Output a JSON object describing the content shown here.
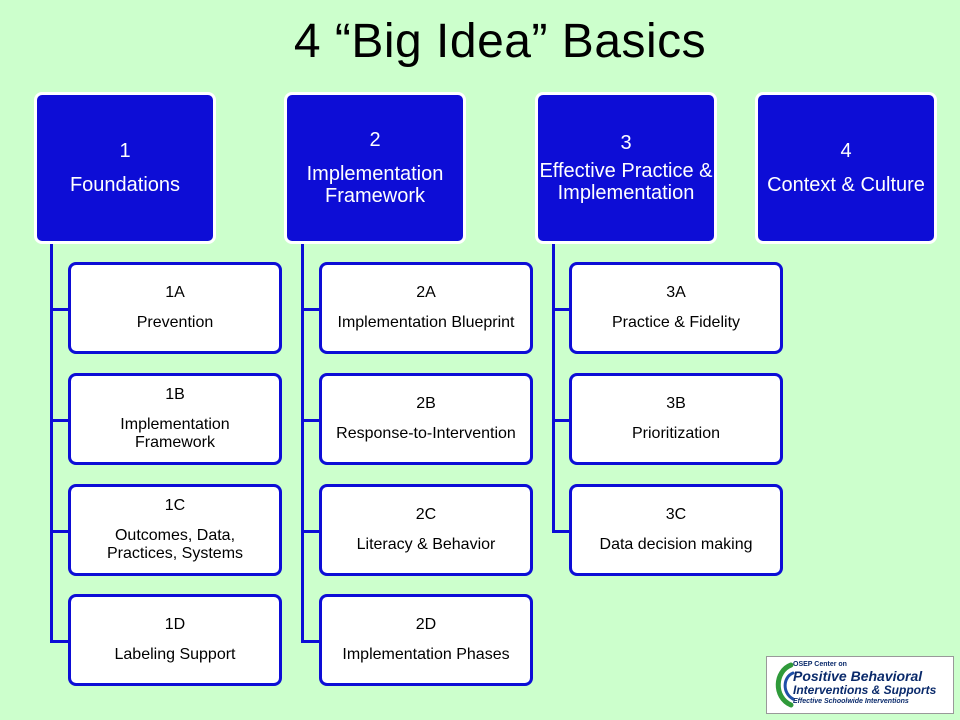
{
  "slide": {
    "title": "4 “Big Idea” Basics"
  },
  "columns": [
    {
      "num": "1",
      "label": "Foundations",
      "items": [
        {
          "code": "1A",
          "label": "Prevention"
        },
        {
          "code": "1B",
          "label": "Implementation Framework"
        },
        {
          "code": "1C",
          "label": "Outcomes, Data, Practices, Systems"
        },
        {
          "code": "1D",
          "label": "Labeling Support"
        }
      ]
    },
    {
      "num": "2",
      "label": "Implementation Framework",
      "items": [
        {
          "code": "2A",
          "label": "Implementation Blueprint"
        },
        {
          "code": "2B",
          "label": "Response-to-Intervention"
        },
        {
          "code": "2C",
          "label": "Literacy & Behavior"
        },
        {
          "code": "2D",
          "label": "Implementation Phases"
        }
      ]
    },
    {
      "num": "3",
      "label": "Effective Practice & Implementation",
      "items": [
        {
          "code": "3A",
          "label": "Practice & Fidelity"
        },
        {
          "code": "3B",
          "label": "Prioritization"
        },
        {
          "code": "3C",
          "label": "Data decision making"
        }
      ]
    },
    {
      "num": "4",
      "label": "Context & Culture",
      "items": []
    }
  ],
  "logo": {
    "line1": "OSEP Center on",
    "line2": "Positive Behavioral",
    "line3": "Interventions & Supports",
    "line4": "Effective Schoolwide Interventions"
  },
  "colors": {
    "background": "#ccffcc",
    "header_fill": "#0d0dd6",
    "child_border": "#0d0dd6"
  }
}
